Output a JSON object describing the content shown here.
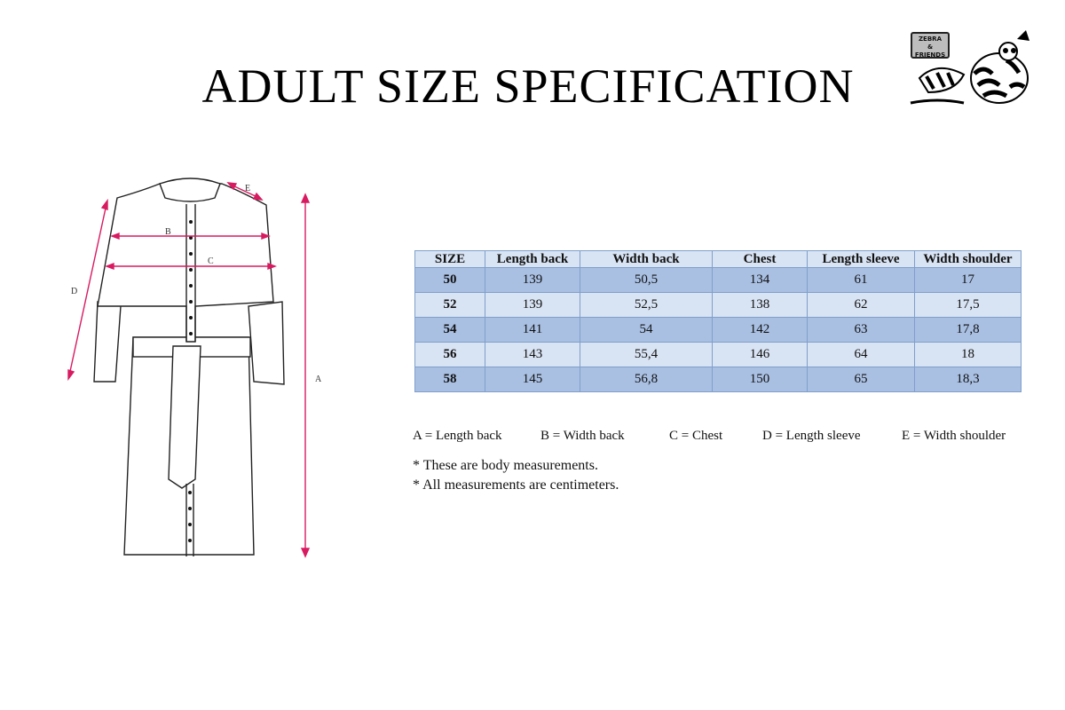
{
  "title": "ADULT SIZE SPECIFICATION",
  "logo": {
    "text_line1": "ZEBRA",
    "text_line2": "&",
    "text_line3": "FRIENDS"
  },
  "diagram": {
    "labels": {
      "a": "A",
      "b": "B",
      "c": "C",
      "d": "D",
      "e": "E"
    }
  },
  "colors": {
    "dimension": "#d81b60",
    "header_row": "#d8e3f3",
    "dark_row": "#a9c0e3",
    "light_row": "#d8e3f3",
    "border": "#7f9fcb"
  },
  "table": {
    "headers": [
      "SIZE",
      "Length back",
      "Width back",
      "Chest",
      "Length sleeve",
      "Width shoulder"
    ],
    "rows": [
      [
        "50",
        "139",
        "50,5",
        "134",
        "61",
        "17"
      ],
      [
        "52",
        "139",
        "52,5",
        "138",
        "62",
        "17,5"
      ],
      [
        "54",
        "141",
        "54",
        "142",
        "63",
        "17,8"
      ],
      [
        "56",
        "143",
        "55,4",
        "146",
        "64",
        "18"
      ],
      [
        "58",
        "145",
        "56,8",
        "150",
        "65",
        "18,3"
      ]
    ]
  },
  "legend": [
    "A = Length back",
    "B = Width back",
    "C = Chest",
    "D = Length sleeve",
    "E = Width shoulder"
  ],
  "notes": [
    "* These are body measurements.",
    "* All measurements are centimeters."
  ]
}
